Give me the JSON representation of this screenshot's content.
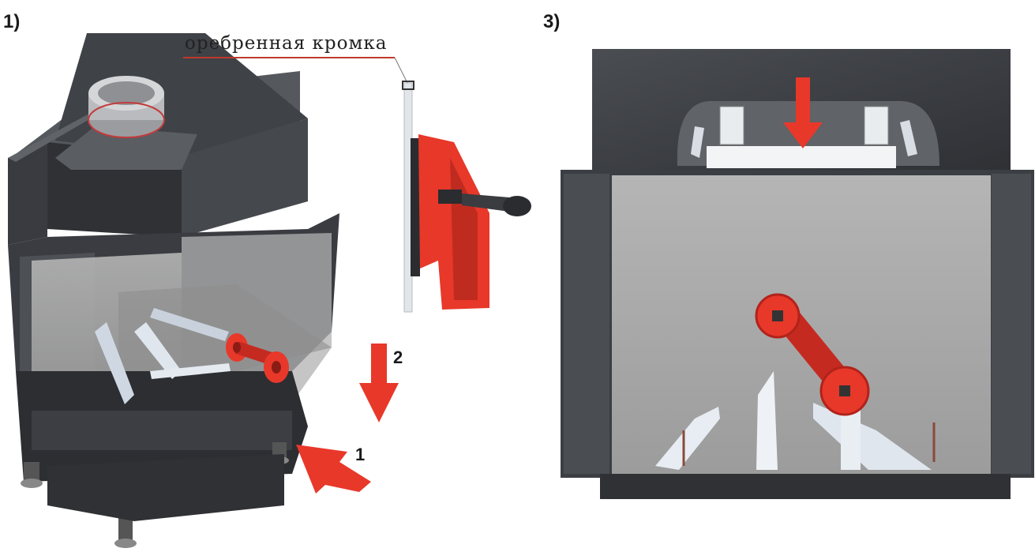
{
  "figure_1": {
    "step_label": "1)",
    "callout_text": "оребренная  кромка",
    "arrow_1_number": "1",
    "arrow_2_number": "2"
  },
  "figure_3": {
    "step_label": "3)"
  },
  "colors": {
    "accent_red": "#e8382a",
    "dark_body": "#3c3f44",
    "glass": "#a9a9a9",
    "steel": "#d8dde3"
  },
  "icons": [
    "suction-cup-lifter-icon",
    "arrow-down-icon",
    "arrow-diagonal-icon"
  ]
}
